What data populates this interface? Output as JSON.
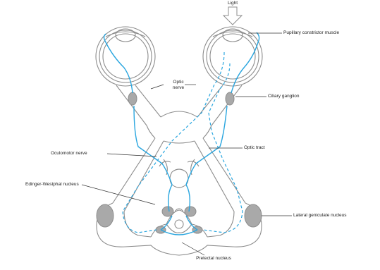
{
  "labels": {
    "light": "Light",
    "pupillary": "Pupillary constrictor muscle",
    "optic_nerve_1": "Optic",
    "optic_nerve_2": "nerve",
    "ciliary": "Ciliary ganglion",
    "oculomotor": "Oculomotor nerve",
    "optic_tract": "Optic tract",
    "edinger": "Edinger-Westphal nucleus",
    "lgn": "Lateral geniculate nucleus",
    "pretectal": "Pretectal nucleus"
  },
  "colors": {
    "outline": "#8c8c8c",
    "pathway": "#2aa6df",
    "nucleus": "#a9a9a9",
    "leader": "#333333"
  }
}
